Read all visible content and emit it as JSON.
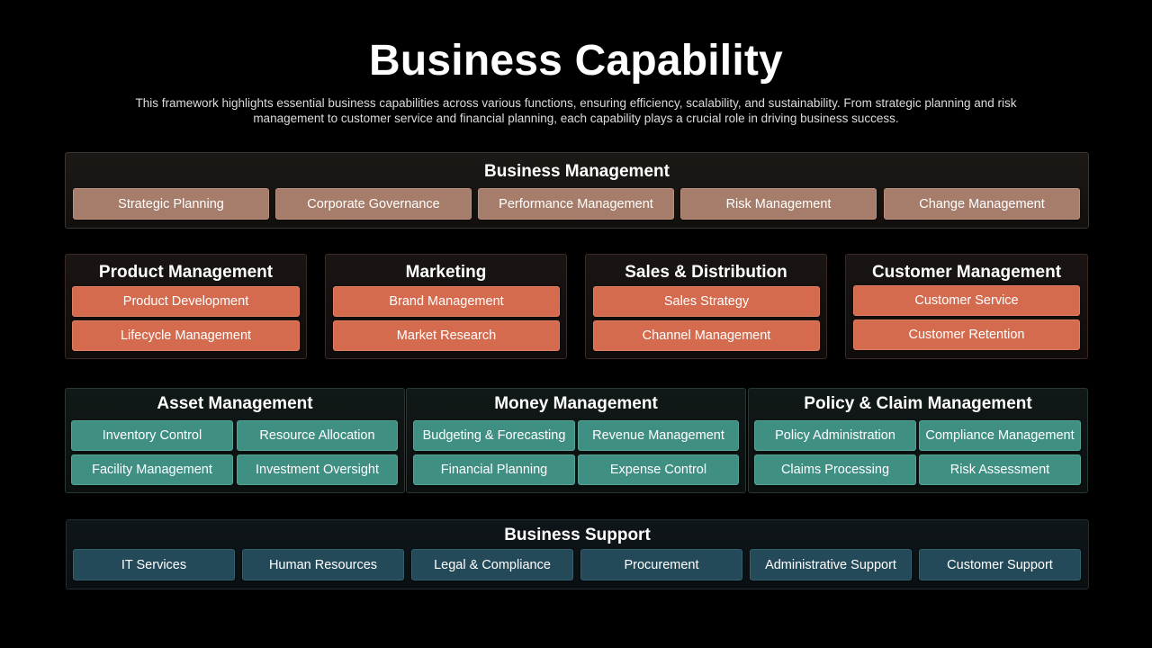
{
  "header": {
    "title": "Business Capability",
    "subtitle": "This framework highlights essential business capabilities across various functions, ensuring efficiency, scalability, and sustainability. From strategic planning and risk management to customer service and financial planning, each capability plays a crucial role in driving business success."
  },
  "colors": {
    "background": "#000000",
    "business_management_chip": "#a57d6a",
    "customer_facing_chip": "#d46b4f",
    "management_chip": "#3f8f83",
    "support_chip": "#244a5a"
  },
  "business_management": {
    "title": "Business Management",
    "items": [
      "Strategic Planning",
      "Corporate Governance",
      "Performance Management",
      "Risk Management",
      "Change Management"
    ]
  },
  "customer_facing": [
    {
      "title": "Product Management",
      "items": [
        "Product Development",
        "Lifecycle Management"
      ]
    },
    {
      "title": "Marketing",
      "items": [
        "Brand Management",
        "Market Research"
      ]
    },
    {
      "title": "Sales & Distribution",
      "items": [
        "Sales Strategy",
        "Channel Management"
      ]
    },
    {
      "title": "Customer Management",
      "items": [
        "Customer Service",
        "Customer Retention"
      ]
    }
  ],
  "management_groups": [
    {
      "title": "Asset Management",
      "items": [
        "Inventory Control",
        "Resource Allocation",
        "Facility Management",
        "Investment Oversight"
      ]
    },
    {
      "title": "Money Management",
      "items": [
        "Budgeting & Forecasting",
        "Revenue Management",
        "Financial Planning",
        "Expense Control"
      ]
    },
    {
      "title": "Policy & Claim Management",
      "items": [
        "Policy Administration",
        "Compliance Management",
        "Claims Processing",
        "Risk Assessment"
      ]
    }
  ],
  "business_support": {
    "title": "Business Support",
    "items": [
      "IT Services",
      "Human Resources",
      "Legal & Compliance",
      "Procurement",
      "Administrative Support",
      "Customer Support"
    ]
  }
}
